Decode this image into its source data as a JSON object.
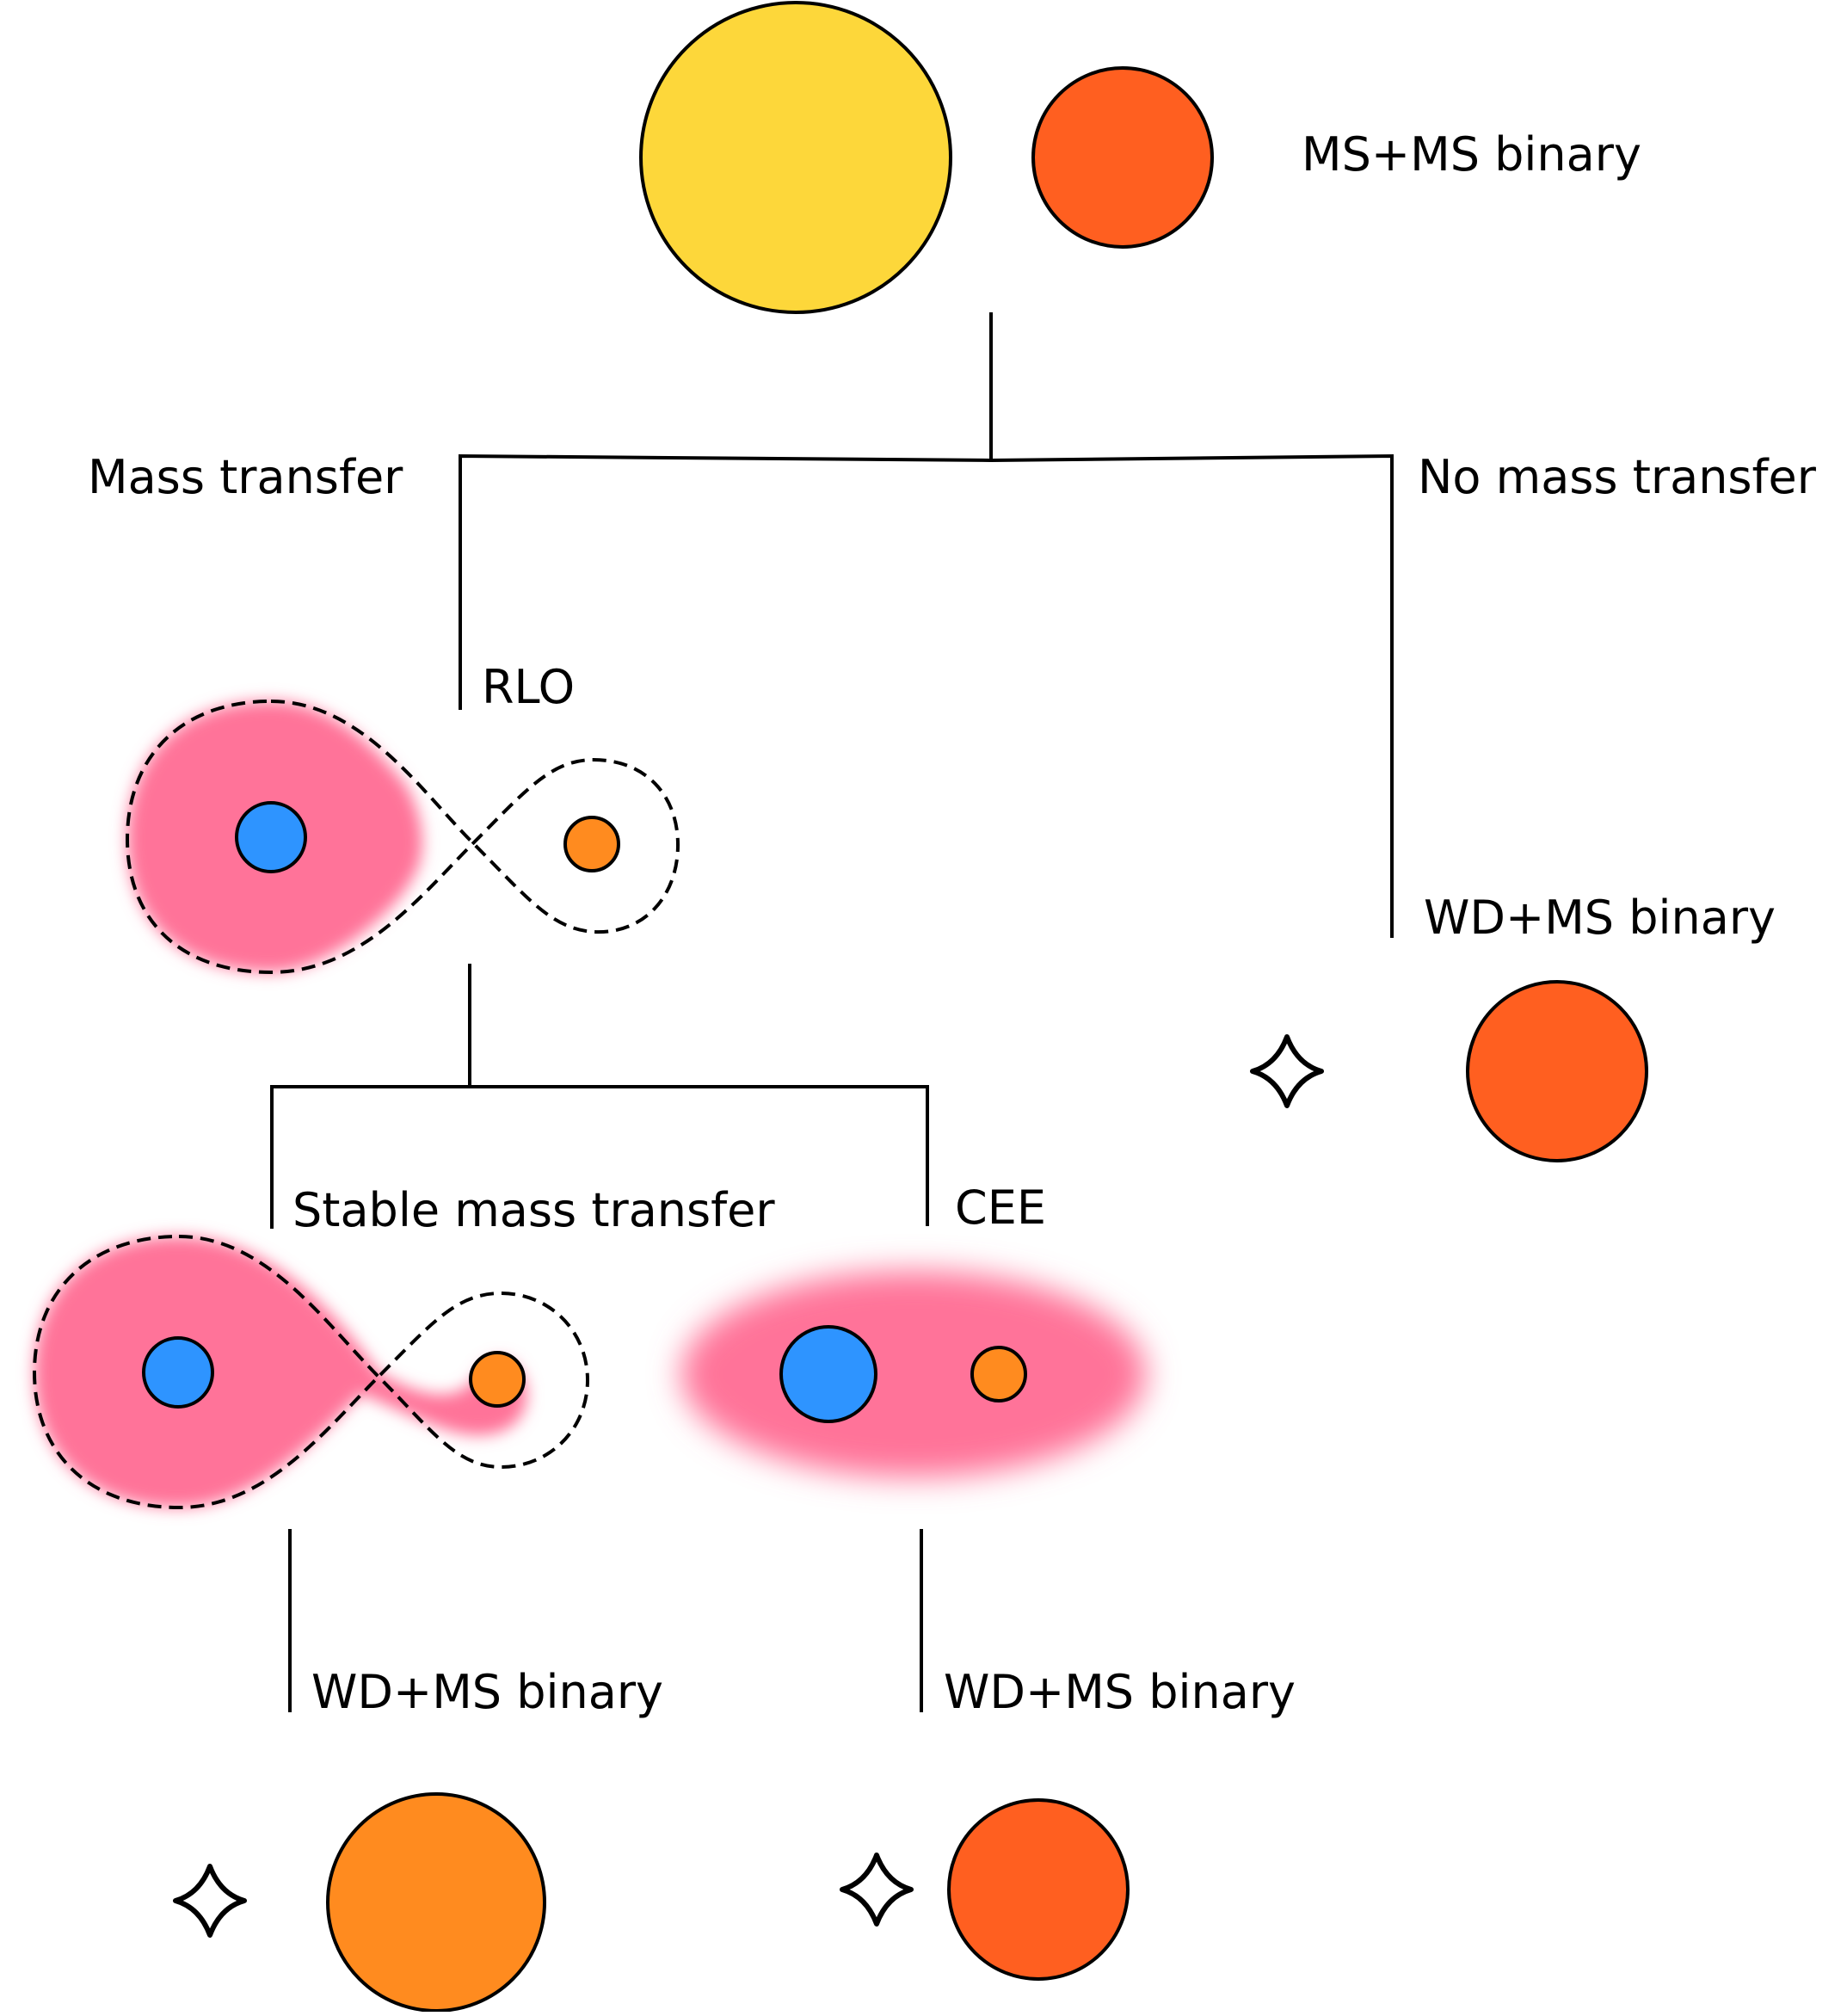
{
  "labels": {
    "ms_ms_binary": "MS+MS binary",
    "mass_transfer": "Mass transfer",
    "no_mass_transfer": "No mass transfer",
    "rlo": "RLO",
    "wd_ms_no_transfer": "WD+MS binary",
    "stable_mass_transfer": "Stable mass transfer",
    "cee": "CEE",
    "wd_ms_stable": "WD+MS binary",
    "wd_ms_cee": "WD+MS binary"
  },
  "colors": {
    "primary_ms_star": "#FDD73A",
    "secondary_ms_star": "#FF5F20",
    "white_dwarf_core": "#2E94FF",
    "companion_small": "#FF8B1F",
    "companion_large_stable": "#FF8B1F",
    "envelope": "#FF7399",
    "outline": "#000000"
  }
}
